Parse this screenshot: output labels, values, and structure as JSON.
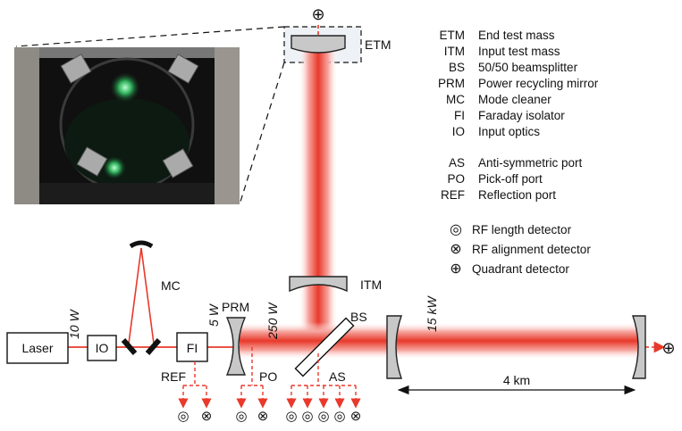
{
  "colors": {
    "beam": "#e8392b",
    "beam_glow": "#f28c84",
    "port_arrow": "#e8392b",
    "mirror_fill": "#c8c8c8",
    "mirror_stroke": "#222222",
    "photo_bg": "#111111"
  },
  "labels": {
    "etm": "ETM",
    "itm": "ITM",
    "bs": "BS",
    "prm": "PRM",
    "mc": "MC",
    "laser": "Laser",
    "io": "IO",
    "fi": "FI",
    "ref": "REF",
    "po": "PO",
    "as": "AS",
    "power_10w": "10 W",
    "power_5w": "5 W",
    "power_250w": "250 W",
    "power_15kw": "15 kW",
    "arm_length": "4 km"
  },
  "legend_terms": [
    {
      "abbr": "ETM",
      "desc": "End test mass"
    },
    {
      "abbr": "ITM",
      "desc": "Input test mass"
    },
    {
      "abbr": "BS",
      "desc": "50/50 beamsplitter"
    },
    {
      "abbr": "PRM",
      "desc": "Power recycling mirror"
    },
    {
      "abbr": "MC",
      "desc": "Mode cleaner"
    },
    {
      "abbr": "FI",
      "desc": "Faraday isolator"
    },
    {
      "abbr": "IO",
      "desc": "Input optics"
    }
  ],
  "legend_ports": [
    {
      "abbr": "AS",
      "desc": "Anti-symmetric port"
    },
    {
      "abbr": "PO",
      "desc": "Pick-off port"
    },
    {
      "abbr": "REF",
      "desc": "Reflection port"
    }
  ],
  "legend_detectors": [
    {
      "symbol": "◎",
      "desc": "RF length detector"
    },
    {
      "symbol": "⊗",
      "desc": "RF alignment detector"
    },
    {
      "symbol": "⊕",
      "desc": "Quadrant detector"
    }
  ],
  "quadrant_symbol": "⊕",
  "port_detectors": {
    "ref": [
      "◎",
      "⊗"
    ],
    "po": [
      "◎",
      "⊗"
    ],
    "as": [
      "◎",
      "◎",
      "◎",
      "◎",
      "⊗"
    ]
  }
}
